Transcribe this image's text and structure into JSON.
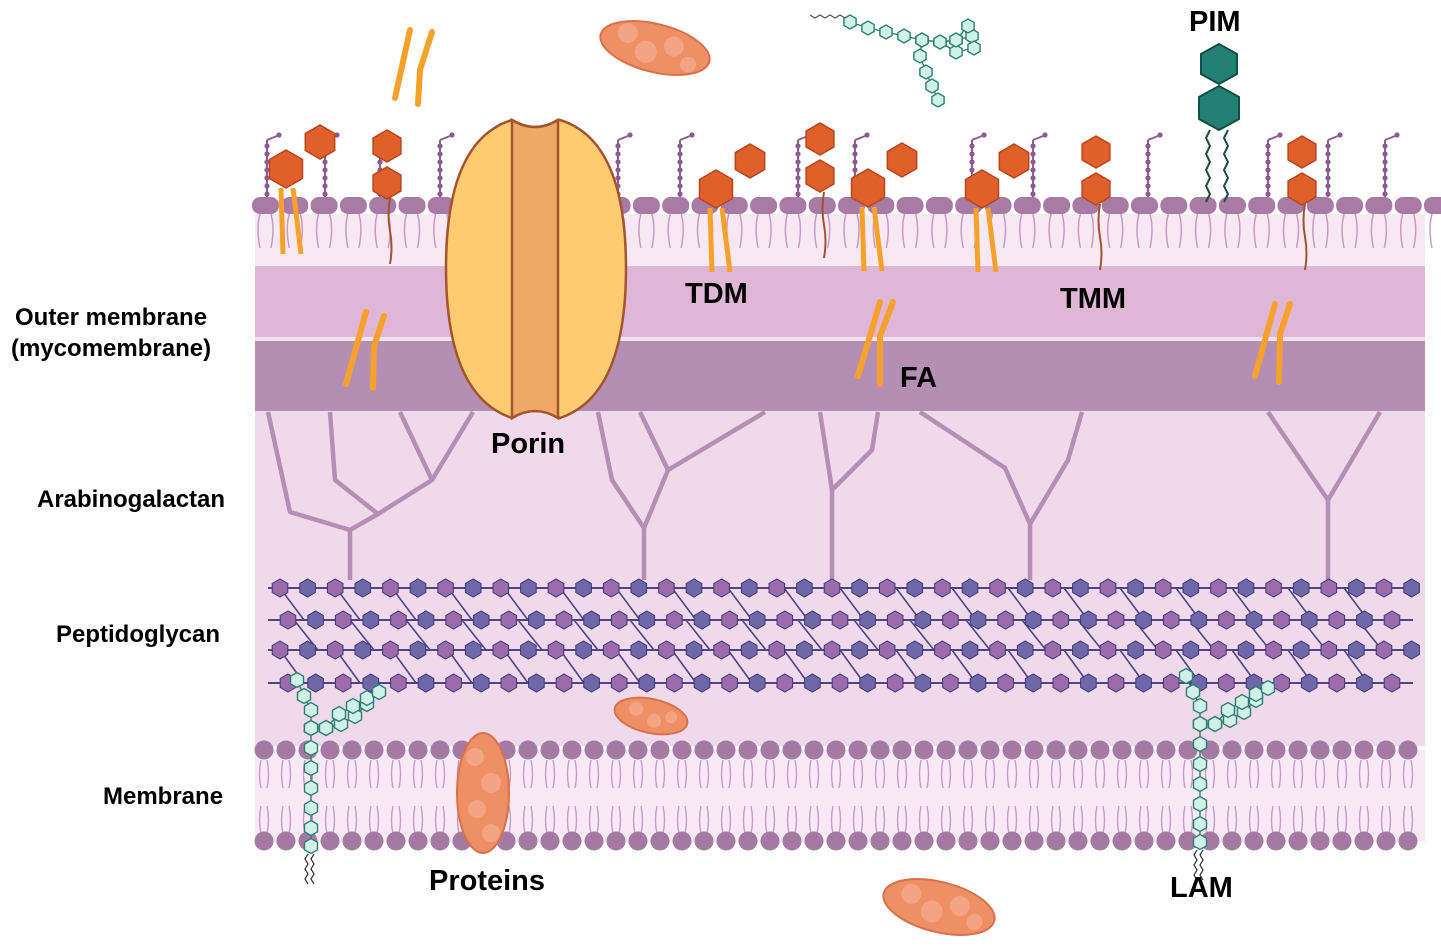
{
  "labels": {
    "outer_membrane_line1": "Outer membrane",
    "outer_membrane_line2": "(mycomembrane)",
    "arabinogalactan": "Arabinogalactan",
    "peptidoglycan": "Peptidoglycan",
    "membrane": "Membrane",
    "porin": "Porin",
    "tdm": "TDM",
    "tmm": "TMM",
    "fa": "FA",
    "pim": "PIM",
    "proteins": "Proteins",
    "lam": "LAM"
  },
  "colors": {
    "outer_leaflet": "#DFB6D6",
    "inner_leaflet": "#B48EB3",
    "periplasm": "#EFD9EB",
    "head_top": "#A87BA5",
    "tails": "#C79BC4",
    "lipid_head": "#A57AA2",
    "pg_purple": "#9B6BAB",
    "pg_blue": "#6E67A8",
    "pg_line": "#4E4487",
    "sugar": "#E05F2A",
    "fatty_acid": "#F7A12A",
    "porin_light": "#FDCB70",
    "porin_mid": "#EFA865",
    "porin_stroke": "#A2552E",
    "protein": "#EE8F66",
    "pim": "#247F73",
    "lam": "#CFF1E8",
    "lam_stroke": "#2E7E6E",
    "ag": "#B48EB3"
  }
}
